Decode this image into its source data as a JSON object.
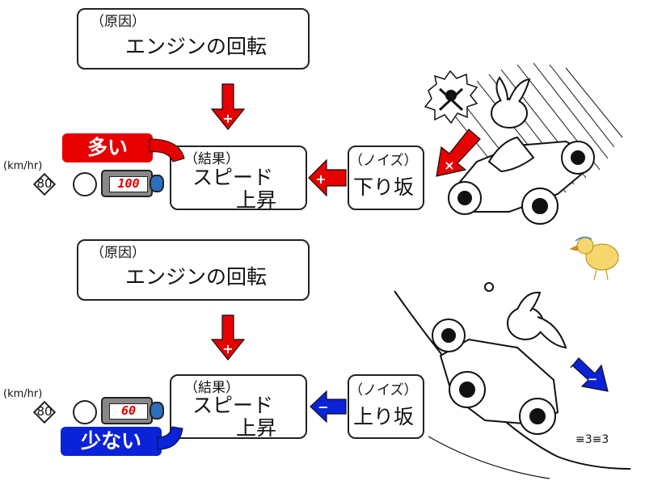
{
  "top": {
    "cause_tag": "（原因）",
    "cause_text": "エンジンの回転",
    "result_tag": "（結果）",
    "result_line1": "スピード",
    "result_line2": "上昇",
    "noise_tag": "（ノイズ）",
    "noise_text": "下り坂",
    "badge_label": "多い",
    "badge_color": "#e60000",
    "unit": "(km/hr)",
    "limit_sign": "80",
    "meter_reading": "100",
    "noise_arrow_sign": "+",
    "cause_arrow_sign": "+",
    "scene_arrow_sign": "×"
  },
  "bottom": {
    "cause_tag": "（原因）",
    "cause_text": "エンジンの回転",
    "result_tag": "（結果）",
    "result_line1": "スピード",
    "result_line2": "上昇",
    "noise_tag": "（ノイズ）",
    "noise_text": "上り坂",
    "badge_label": "少ない",
    "badge_color": "#0a22d8",
    "unit": "(km/hr)",
    "limit_sign": "80",
    "meter_reading": "60",
    "noise_arrow_sign": "−",
    "cause_arrow_sign": "+",
    "scene_arrow_sign": "−"
  },
  "exhaust_text": "≡3≡3",
  "colors": {
    "plus_arrow": "#e60000",
    "minus_arrow": "#0a22d8"
  }
}
